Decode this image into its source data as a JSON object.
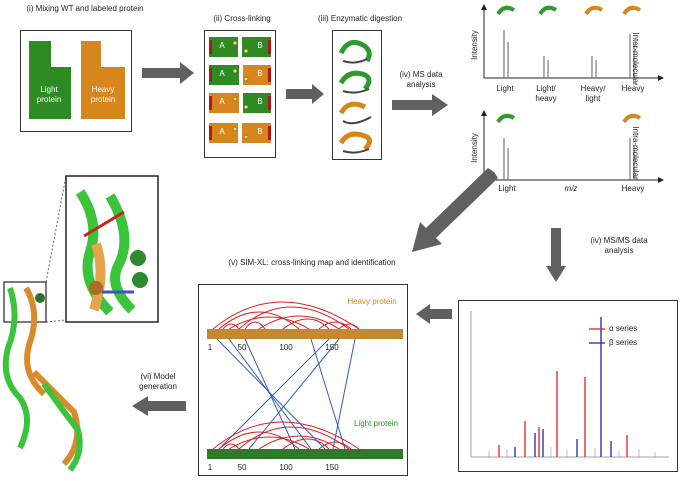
{
  "steps": {
    "s1": "(i) Mixing WT and labeled protein",
    "s2": "(ii) Cross-linking",
    "s3": "(iii) Enzymatic digestion",
    "s4": "(iv) MS data analysis",
    "s5": "(iv) MS/MS data analysis",
    "s6": "(v) SIM-XL: cross-linking map and identification",
    "s7": "(vi) Model generation"
  },
  "proteins": {
    "light": "Light protein",
    "heavy": "Heavy protein",
    "chain_a": "A",
    "chain_b": "B"
  },
  "ms_top": {
    "ylabel": "Intensity",
    "side": "Inter-molecular",
    "x_labels": [
      "Light",
      "Light/ heavy",
      "Heavy/ light",
      "Heavy"
    ]
  },
  "ms_bottom": {
    "ylabel": "Intensity",
    "side": "Intra-molecular",
    "x_labels": [
      "Light",
      "m/z",
      "Heavy"
    ]
  },
  "xlmap": {
    "heavy_label": "Heavy protein",
    "light_label": "Light protein",
    "ticks": [
      "1",
      "50",
      "100",
      "150"
    ],
    "light_ticks": [
      "1",
      "50",
      "100",
      "150"
    ]
  },
  "msms": {
    "legend": [
      "α series",
      "β series"
    ]
  },
  "colors": {
    "light": "#2e9a2e",
    "heavy": "#d6861c",
    "alpha": "#e03030",
    "beta": "#2a3aa8"
  }
}
